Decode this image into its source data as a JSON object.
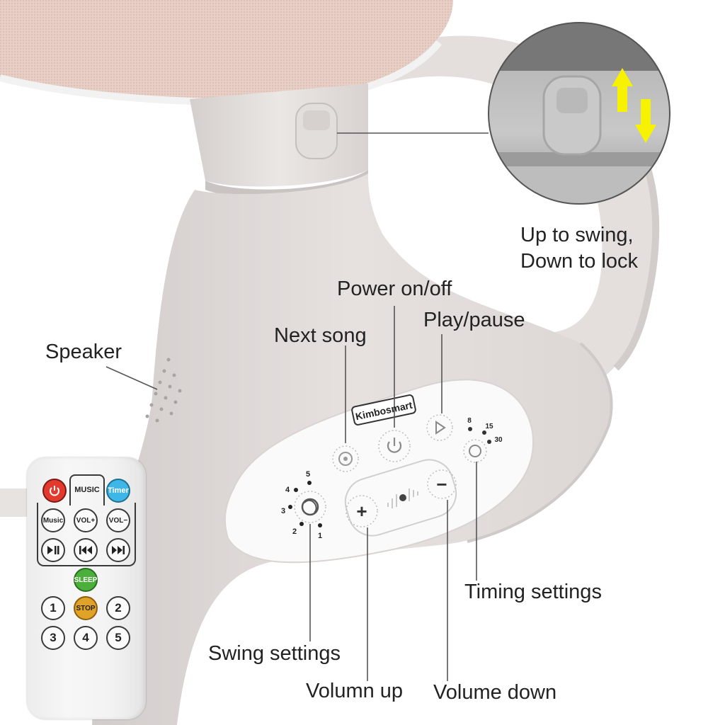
{
  "labels": {
    "up_to_swing": "Up to swing,",
    "down_to_lock": "Down to lock",
    "power": "Power on/off",
    "play_pause": "Play/pause",
    "next_song": "Next song",
    "speaker": "Speaker",
    "timing": "Timing settings",
    "swing": "Swing settings",
    "vol_up": "Volumn up",
    "vol_down": "Volume down"
  },
  "brand": "Kimbosmart",
  "panel": {
    "swing_levels": [
      "1",
      "2",
      "3",
      "4",
      "5"
    ],
    "timer_levels": [
      "8",
      "15",
      "30"
    ],
    "plus": "+",
    "minus": "−"
  },
  "remote": {
    "tab": "MUSIC",
    "timer": "Timer",
    "music": "Music",
    "vol_plus": "VOL+",
    "vol_minus": "VOL−",
    "sleep": "SLEEP",
    "stop": "STOP",
    "nums": [
      "1",
      "2",
      "3",
      "4",
      "5"
    ]
  },
  "colors": {
    "arrow_yellow": "#f6f200",
    "power_red": "#e23a2e",
    "timer_blue": "#3fb6e8",
    "sleep_green": "#4caf3c",
    "stop_orange": "#e0a227"
  }
}
